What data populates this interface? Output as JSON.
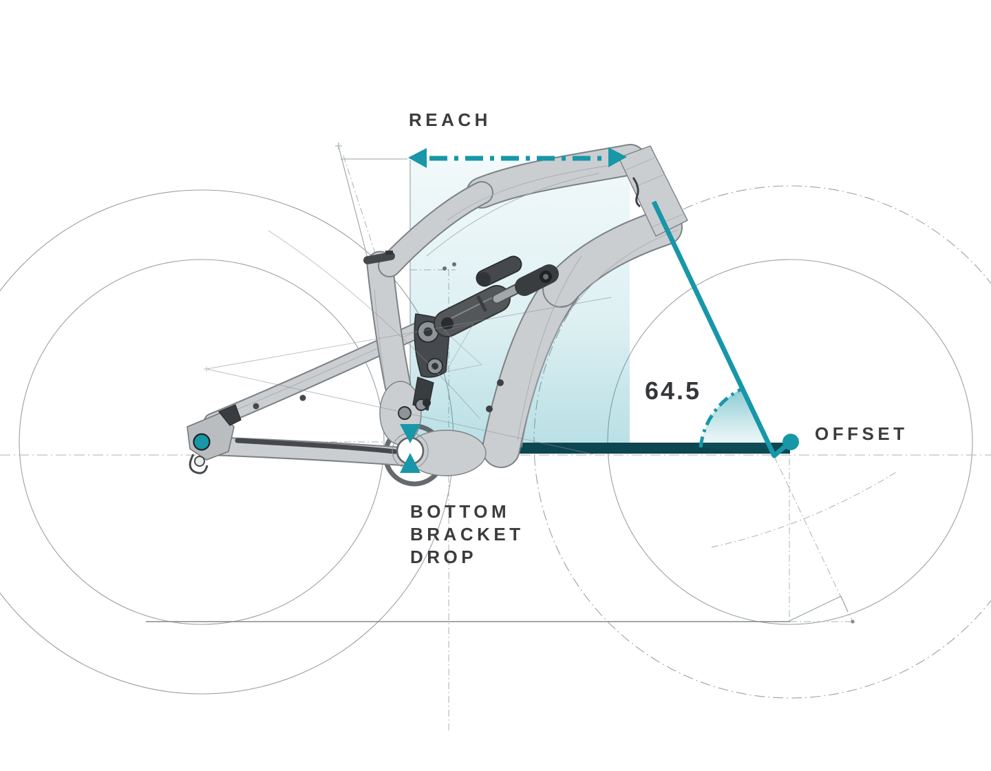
{
  "diagram": {
    "title": "bike-frame-geometry-diagram",
    "labels": {
      "reach": "REACH",
      "head_angle_value": "64.5",
      "offset": "OFFSET",
      "bottom_bracket_drop": [
        "BOTTOM",
        "BRACKET",
        "DROP"
      ]
    },
    "annotations": [
      {
        "id": "reach",
        "label": "REACH",
        "style": "horizontal dash-dot double arrow with shaded span"
      },
      {
        "id": "head_angle",
        "label": "64.5",
        "style": "steering-axis line with dash-dot arc and gradient wedge"
      },
      {
        "id": "offset",
        "label": "OFFSET",
        "style": "front-axle dot with perpendicular tick off steering axis"
      },
      {
        "id": "bottom_bracket_drop",
        "label": "BOTTOM BRACKET DROP",
        "style": "opposing vertical teal arrows at bottom bracket"
      }
    ],
    "colors": {
      "accent_teal": "#1797a8",
      "dark_teal_bar": "#0d4650",
      "label_text": "#3a3c3e",
      "construction_line": "#9aa0a4",
      "frame_fill": "#cbced1",
      "frame_outline": "#7b8185",
      "dark_component": "#3a3d40",
      "reach_shade_top": "rgba(23,151,168,0.06)",
      "reach_shade_bottom": "rgba(23,151,168,0.30)"
    }
  }
}
